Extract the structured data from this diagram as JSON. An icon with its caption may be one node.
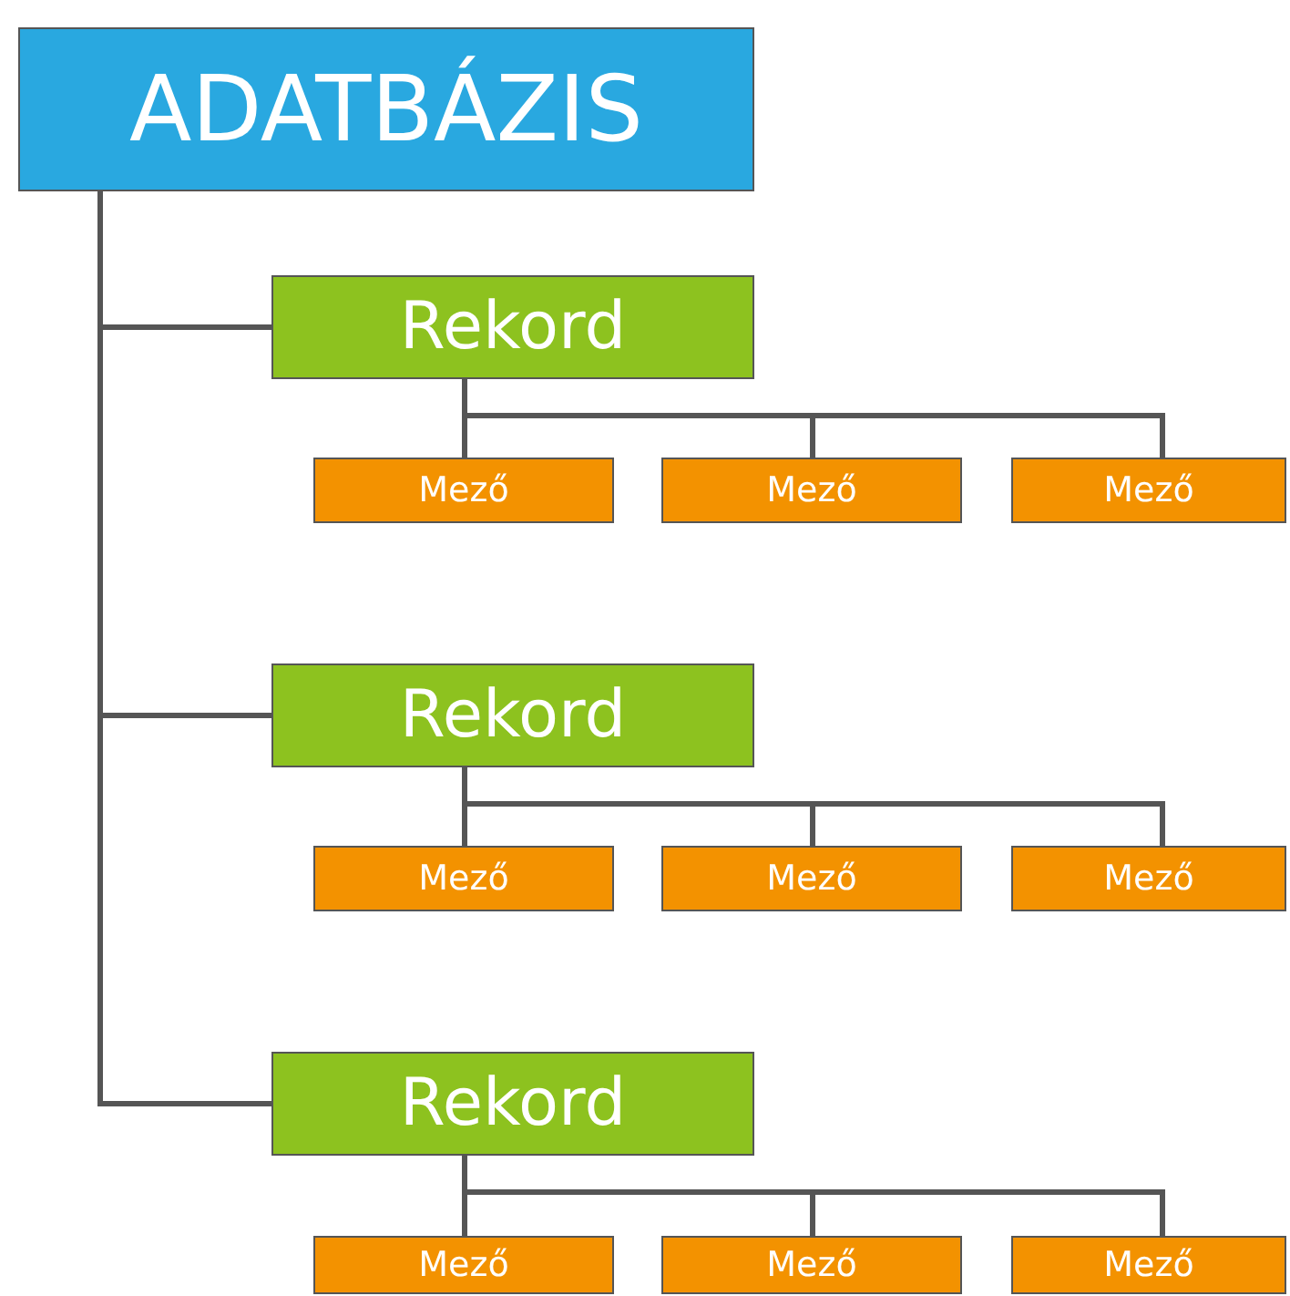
{
  "diagram": {
    "nodes": [
      {
        "text": [
          "ADATBÁZIS"
        ]
      },
      {
        "text": [
          "Rekord"
        ]
      },
      {
        "text": [
          "Mező"
        ]
      },
      {
        "text": [
          "Mező"
        ]
      },
      {
        "text": [
          "Mező"
        ]
      },
      {
        "text": [
          "Rekord"
        ]
      },
      {
        "text": [
          "Mező"
        ]
      },
      {
        "text": [
          "Mező"
        ]
      },
      {
        "text": [
          "Mező"
        ]
      },
      {
        "text": [
          "Rekord"
        ]
      },
      {
        "text": [
          "Mező"
        ]
      },
      {
        "text": [
          "Mező"
        ]
      },
      {
        "text": [
          "Mező"
        ]
      }
    ],
    "edges": [
      {
        "from": 0,
        "to": 1,
        "arrow": "none"
      },
      {
        "from": 1,
        "to": 2,
        "arrow": "none"
      },
      {
        "from": 1,
        "to": 3,
        "arrow": "none"
      },
      {
        "from": 1,
        "to": 4,
        "arrow": "none"
      },
      {
        "from": 0,
        "to": 5,
        "arrow": "none"
      },
      {
        "from": 5,
        "to": 6,
        "arrow": "none"
      },
      {
        "from": 5,
        "to": 7,
        "arrow": "none"
      },
      {
        "from": 5,
        "to": 8,
        "arrow": "none"
      },
      {
        "from": 0,
        "to": 9,
        "arrow": "none"
      },
      {
        "from": 9,
        "to": 10,
        "arrow": "none"
      },
      {
        "from": 9,
        "to": 11,
        "arrow": "none"
      },
      {
        "from": 9,
        "to": 12,
        "arrow": "none"
      }
    ]
  }
}
